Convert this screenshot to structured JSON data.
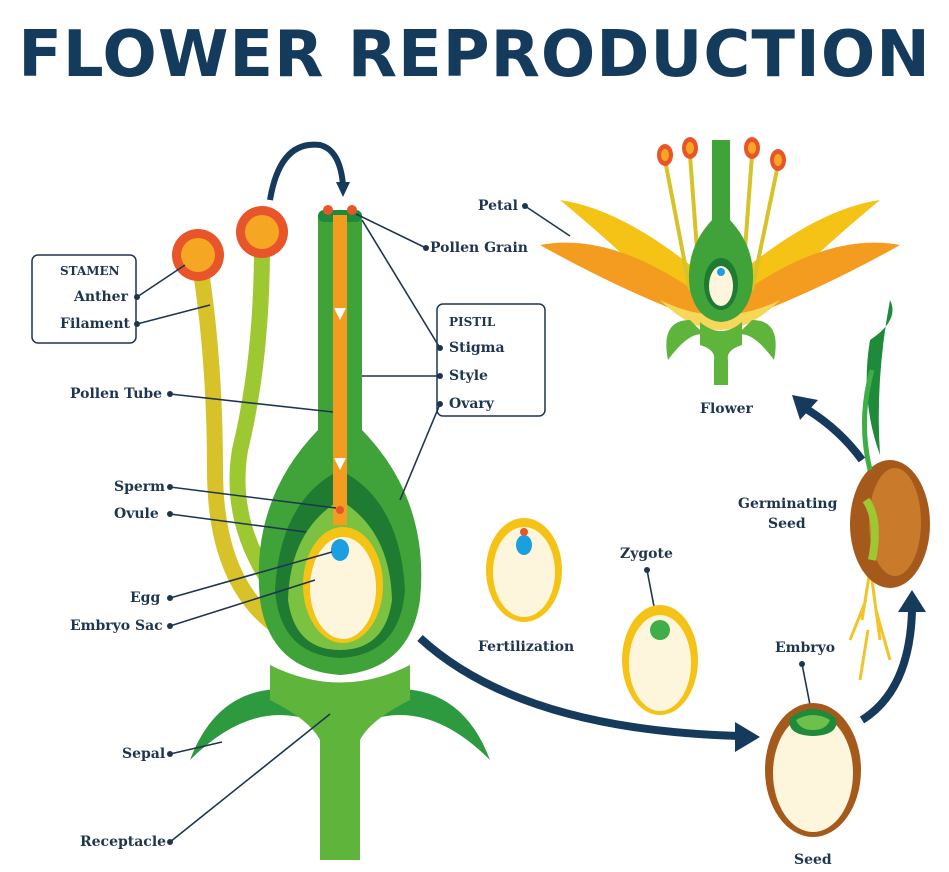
{
  "title": "FLOWER REPRODUCTION",
  "labels": {
    "stamen": "STAMEN",
    "anther": "Anther",
    "filament": "Filament",
    "pollen_tube": "Pollen Tube",
    "sperm": "Sperm",
    "ovule": "Ovule",
    "egg": "Egg",
    "embryo_sac": "Embryo Sac",
    "sepal": "Sepal",
    "receptacle": "Receptacle",
    "pollen_grain": "Pollen Grain",
    "pistil": "PISTIL",
    "stigma": "Stigma",
    "style": "Style",
    "ovary": "Ovary",
    "fertilization": "Fertilization",
    "zygote": "Zygote",
    "petal": "Petal",
    "flower": "Flower",
    "germinating_seed": "Germinating Seed",
    "embryo": "Embryo",
    "seed": "Seed"
  },
  "colors": {
    "title": "#143a5c",
    "label": "#1e3550",
    "arrow": "#163a5c",
    "green_dark": "#1f8a3a",
    "green_light": "#7cc242",
    "yellow": "#f5c316",
    "orange": "#f39c1f",
    "pollen": "#e8552a",
    "cream": "#fdf6dc",
    "brown": "#a55a1c",
    "blue": "#1aa0e0"
  }
}
